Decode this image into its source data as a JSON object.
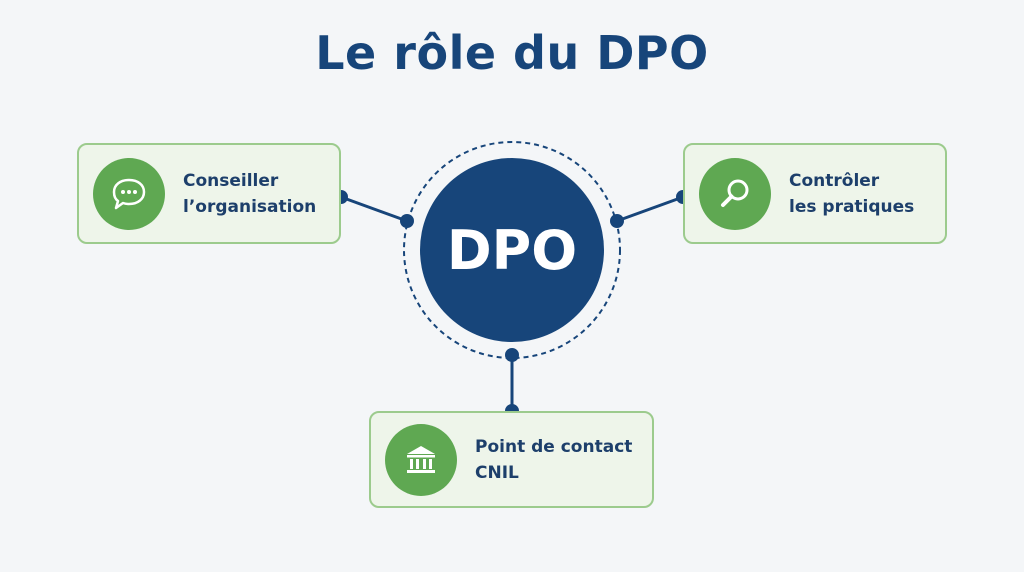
{
  "title": "Le rôle du DPO",
  "hub": {
    "label": "DPO"
  },
  "roles": [
    {
      "icon": "speech-bubble-icon",
      "line1": "Conseiller",
      "line2": "l’organisation"
    },
    {
      "icon": "magnifier-icon",
      "line1": "Contrôler",
      "line2": "les pratiques"
    },
    {
      "icon": "institution-building-icon",
      "line1": "Point de contact",
      "line2": "CNIL"
    }
  ],
  "colors": {
    "primary": "#17457a",
    "accent_green": "#5fa852",
    "card_bg": "#eef5ea",
    "card_border": "#9ccb8d",
    "background": "#f4f6f8"
  }
}
